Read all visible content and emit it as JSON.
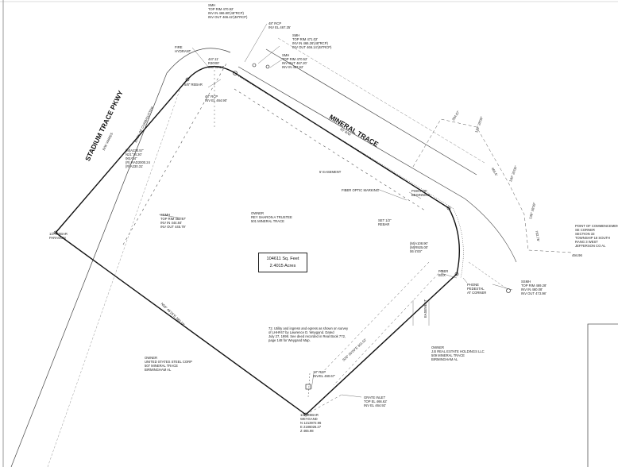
{
  "streets": {
    "stadium": "STADIUM TRACE PKWY",
    "stadium_row": "R/W VARIES",
    "stadium_curb": "BACK OF CURB/GUTTER",
    "mineral": "MINERAL TRACE",
    "mineral_row": "60' R/W"
  },
  "area": {
    "sqft": "104611 Sq. Feet",
    "acres": "2.4015 Acres"
  },
  "labels": {
    "smh_top_1": "SMH\nTOP RIM 470.92'\nINV IN 466.80'(48\"RCP)\nINV OUT 466.42'(48\"RCP)",
    "rcp_top": "48\" RCP\nINV EL.467.25'",
    "smh_top_2": "SMH\nTOP RIM 471.02'\nINV IN 466.26'(48\"RCP)\nINV OUT 466.14'(48\"RCP)",
    "smh_top_3": "SMH\nTOP RIM 470.52'\nINV OUT 467.20'\nINV IN 467.62'",
    "fire_hydrant": "FIRE\nHYDRANT",
    "curve_top": "447.11'\nR30.00'\n090°00'00\"",
    "rebar_58": "5/8\" REBAR",
    "rcp_inside": "48\" RCP\nINV EL 464.90'",
    "curve_left": "(M)A230.57'\nN21°34.30'\n061²34\"\n(R) RAD2000.24\n(R)A230.31'",
    "smh_left": "SSMH\nTOP RIM 463.67'\nINV IN 444.84'\nINV OUT 445.79'",
    "rebar_left": "1/2\" REBAR\nPARAGON",
    "owner_center": "OWNER\nREY SHARON A TRUSTEE\n501 MINERAL TRACE",
    "easement_5": "5' EASEMENT",
    "fiber_marking": "FIBER OPTIC MARKING",
    "pob": "POINT OF\nBEGINNING",
    "rebar_right": "SET 1/2\"\nREBAR",
    "curve_right": "(M)A108.90'\n(M)R925.00'\n06´4'00\"",
    "fiber_box": "FIBER\nBOX",
    "phone_pedestal": "PHONE\nPEDESTAL\nAT CORNER",
    "ssmh_right": "SSMH\nTOP RIM 469.28'\nINV IN 460.08'\nINV OUT 473.98'",
    "poc": "POINT OF COMMENCEMENT\nSE CORNER\nSECTION 33\nTOWNSHIP 18 SOUTH\nRANG 3 WEST\nJEFFERSON CO AL",
    "poc_dist": "494.96",
    "easement_right": "EASEMENT",
    "easement_note": "72. Utility and ingress and egress as shown on survey\nof LHH#47 by Lawrence D. Weygand. Dated\nJuly 27, 1998. See deed recorded in Real Book 772,\npage 148 for Weygand Map.",
    "owner_left": "OWNER\nUNITED STATES STEEL CORP\n507 MINERAL TRACE\nBIRMINGHAM AL",
    "owner_right": "OWNER\nJ.B REAL ESTATE HOLDINGS LLC\n509 MINERAL TRACE\nBIRMINGHAM AL",
    "rcp_bottom": "18\" RCP\nINV EL 460.67'",
    "grate_inlet": "GRATE INLET\nTOP EL 466.62'\nINV EL 464.92'",
    "rebar_bottom": "1/2\" REBAR\nWEYGAND\nN 1213972.96\nE 2186026.27\nZ 465.98",
    "bearing_left": "N58° 46'25\"E 389.18'",
    "bearing_bottom": "S26° 00'09\"E 301.52'",
    "dim_1": "394.67'",
    "dim_2": "139° 28'09\"",
    "dim_3": "465.6'",
    "dim_4": "130° 20'00\"",
    "dim_5": "139° 28'09\"",
    "dim_6": "702.76'"
  },
  "icons": {
    "corner_marker": "circle-dot-icon",
    "north": "none"
  }
}
